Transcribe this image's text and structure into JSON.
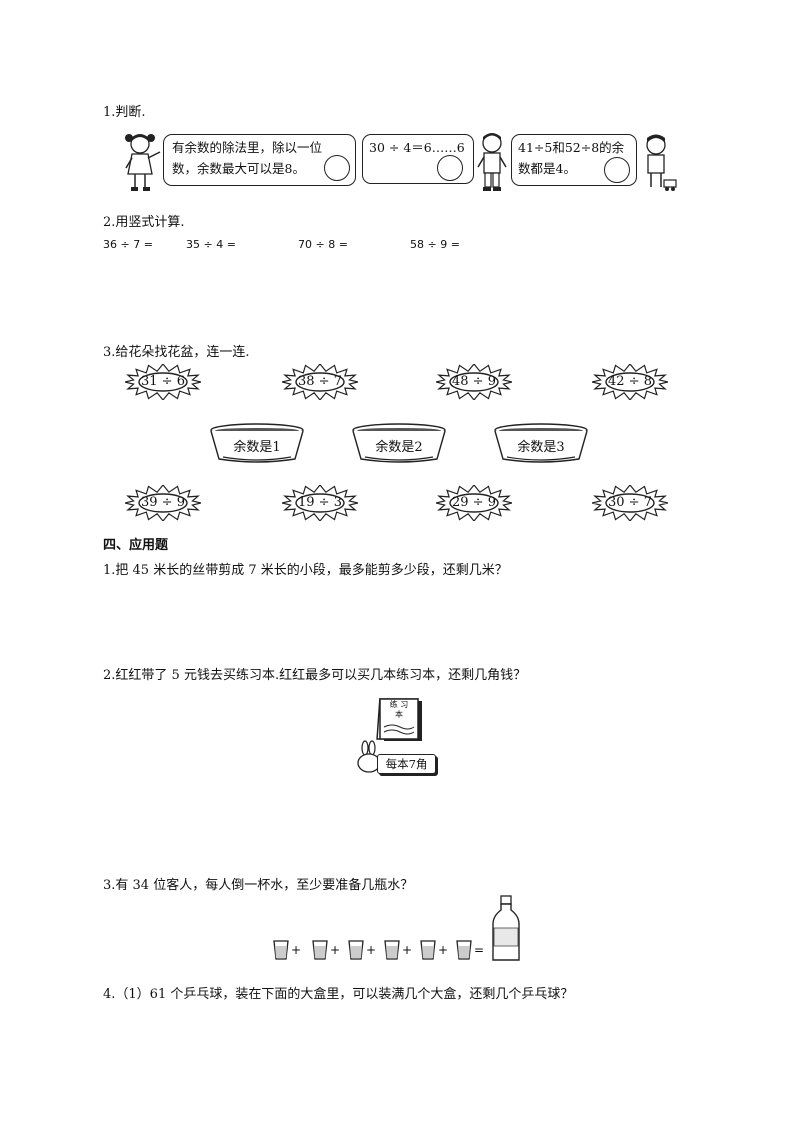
{
  "q1": {
    "title": "1.判断.",
    "bubble1": {
      "line1": "有余数的除法里，除以一位",
      "line2": "数，余数最大可以是8。"
    },
    "bubble2": {
      "text": "30 ÷ 4＝6……6"
    },
    "bubble3": {
      "line1": "41÷5和52÷8的余",
      "line2": "数都是4。"
    }
  },
  "q2": {
    "title": "2.用竖式计算.",
    "items": [
      "36 ÷ 7 =",
      "35 ÷ 4 =",
      "70 ÷ 8 =",
      "58 ÷ 9 ="
    ]
  },
  "q3": {
    "title": "3.给花朵找花盆，连一连.",
    "top_flowers": [
      "31 ÷ 6",
      "38 ÷ 7",
      "48 ÷ 9",
      "42 ÷ 8"
    ],
    "pots": [
      "余数是1",
      "余数是2",
      "余数是3"
    ],
    "bottom_flowers": [
      "39 ÷ 9",
      "19 ÷ 3",
      "29 ÷ 9",
      "30 ÷ 7"
    ]
  },
  "section4": {
    "title": "四、应用题",
    "p1": "1.把 45 米长的丝带剪成 7 米长的小段，最多能剪多少段，还剩几米？",
    "p2": "2.红红带了 5 元钱去买练习本.红红最多可以买几本练习本，还剩几角钱？",
    "notebook": {
      "cover_line1": "练 习",
      "cover_line2": "本",
      "price": "每本7角"
    },
    "p3": "3.有 34 位客人，每人倒一杯水，至少要准备几瓶水？",
    "cups_equation": {
      "plus": "+",
      "equals": "="
    },
    "p4": "4.（1）61 个乒乓球，装在下面的大盒里，可以装满几个大盒，还剩几个乒乓球？"
  }
}
